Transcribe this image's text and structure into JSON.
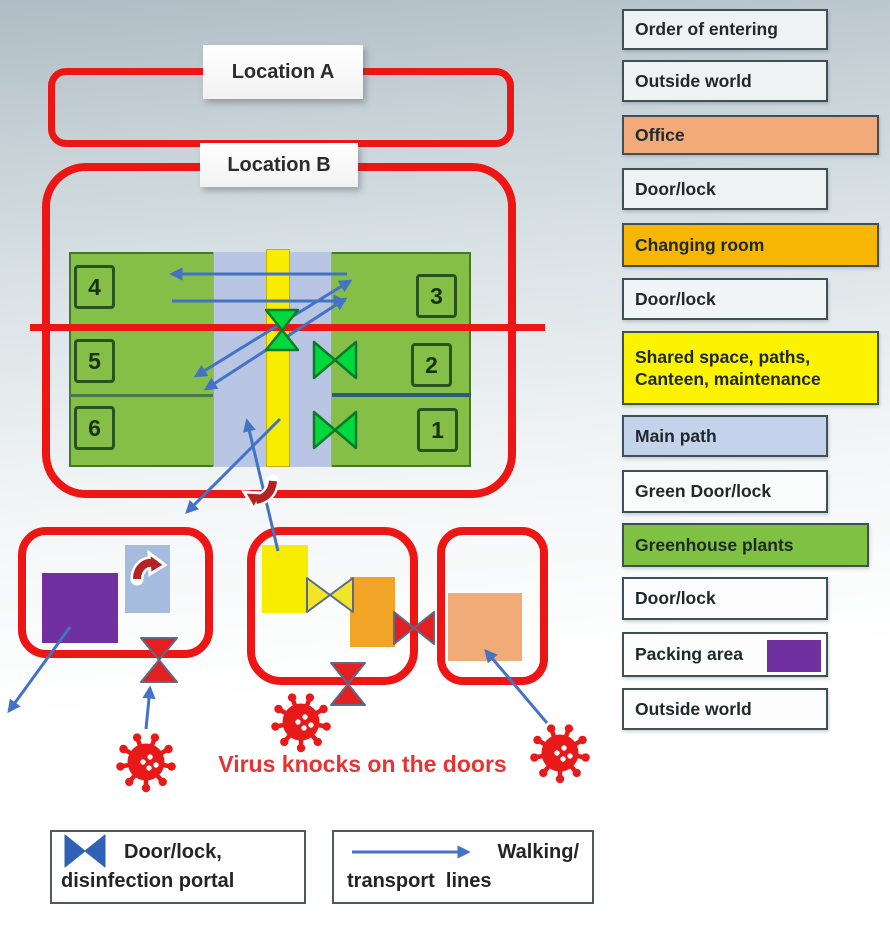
{
  "locations": {
    "a": "Location A",
    "b": "Location B"
  },
  "greenhouse": {
    "sections": [
      "4",
      "3",
      "5",
      "2",
      "6",
      "1"
    ]
  },
  "virus_caption": "Virus knocks on the doors",
  "bottom_legend": {
    "door_line1": "Door/lock,",
    "door_line2": "disinfection portal",
    "walk_line1": "Walking/",
    "walk_line2": "transport  lines"
  },
  "sidebar": {
    "title_note": "Order of entering",
    "items": [
      {
        "label": "Order of entering",
        "bg": "#eef2f3"
      },
      {
        "label": "Outside world",
        "bg": "#eef2f3"
      },
      {
        "label": "Office",
        "bg": "#f3aa7b"
      },
      {
        "label": "Door/lock",
        "bg": "#eef2f3"
      },
      {
        "label": "Changing room",
        "bg": "#f6b603"
      },
      {
        "label": "Door/lock",
        "bg": "#f2f5f6"
      },
      {
        "label": "Shared space, paths,",
        "label2": "Canteen, maintenance",
        "bg": "#fcf300"
      },
      {
        "label": "Main path",
        "bg": "#c5d2ec"
      },
      {
        "label": "Green Door/lock",
        "bg": "#fafbfb"
      },
      {
        "label": "Greenhouse plants",
        "bg": "#7fc243"
      },
      {
        "label": "Door/lock",
        "bg": "#fdfdfd"
      },
      {
        "label": "Packing area",
        "bg": "#fdfdfd",
        "swatch": "#7030a0"
      },
      {
        "label": "Outside world",
        "bg": "#fdfdfd"
      }
    ]
  },
  "colors": {
    "enclosure_red": "#ee1515",
    "arrow_blue": "#4472c4",
    "door_green": "#00d93e",
    "door_green_stroke": "#0d7a28",
    "door_red": "#e32020",
    "door_yellow": "#f2e426",
    "door_stroke_slate": "#5a6b8c",
    "legend_door_blue": "#2f62b5",
    "virus_red": "#e81919",
    "breach_dark_red": "#b42222",
    "greenhouse_green": "#85bf48",
    "main_path_blue": "#b9c6e3",
    "shared_yellow": "#f8ec00",
    "packing_purple": "#7030a0",
    "office_salmon": "#f0ab79",
    "changing_orange": "#f2a426"
  }
}
